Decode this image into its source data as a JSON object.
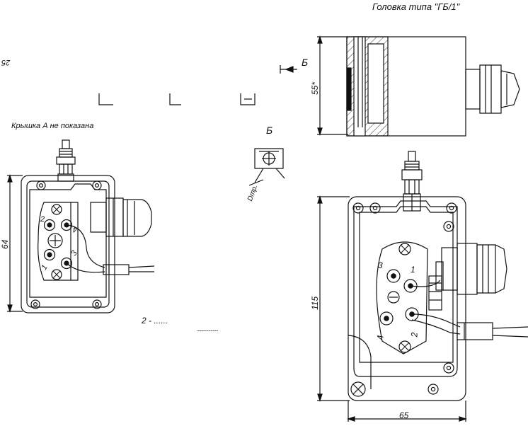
{
  "header_text": "Головка типа \"ГБ/1\"",
  "top_left_fragment": "25",
  "view_caption": "Крышка А не показана",
  "scale_note_fragment": "2 - ......",
  "scale_note_fragment2": "....................",
  "section_b_label": "Б",
  "section_b_label_2": "Б",
  "dia_label": "Dтр.",
  "dims": {
    "left_height": "64",
    "side_height": "55*",
    "right_height": "115",
    "right_width": "65"
  },
  "left_terminals": [
    "2",
    "4",
    "3",
    "1"
  ],
  "right_terminals": [
    "3",
    "1",
    "4",
    "2"
  ],
  "colors": {
    "line": "#111111",
    "background": "#ffffff",
    "hatch": "#333333"
  }
}
